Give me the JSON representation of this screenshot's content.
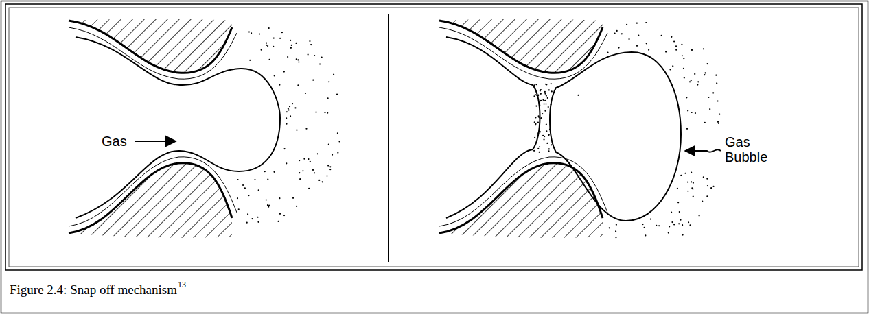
{
  "diagram": {
    "caption": "Figure 2.4: Snap off mechanism",
    "labels": [
      "13",
      "Gas",
      "Gas Bubble"
    ]
  }
}
